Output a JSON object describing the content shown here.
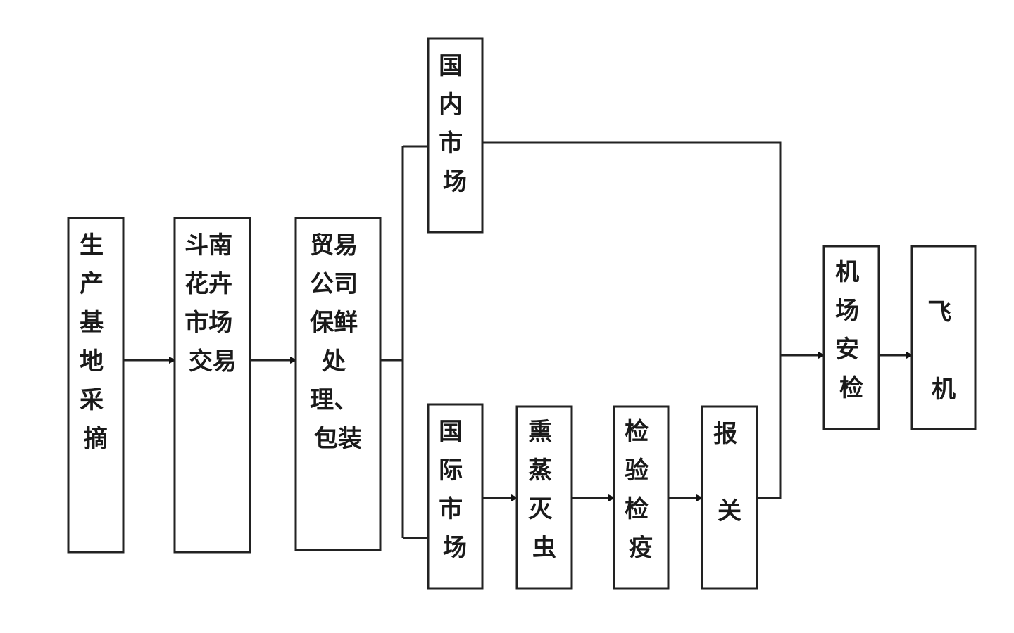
{
  "nodes": {
    "harvest": {
      "lines": [
        "生",
        "产",
        "基",
        "地",
        "采",
        "摘"
      ]
    },
    "dounan_market": {
      "lines": [
        "斗南",
        "花卉",
        "市场",
        "交易"
      ]
    },
    "trade_company": {
      "lines": [
        "贸易",
        "公司",
        "保鲜",
        "处",
        "理、",
        "包装"
      ]
    },
    "domestic_market": {
      "lines": [
        "国",
        "内",
        "市",
        "场"
      ]
    },
    "international_market": {
      "lines": [
        "国",
        "际",
        "市",
        "场"
      ]
    },
    "fumigation": {
      "lines": [
        "熏",
        "蒸",
        "灭",
        "虫"
      ]
    },
    "inspection": {
      "lines": [
        "检",
        "验",
        "检",
        "疫"
      ]
    },
    "customs": {
      "lines": [
        "报",
        "",
        "关"
      ]
    },
    "airport_security": {
      "lines": [
        "机",
        "场",
        "安",
        "检"
      ]
    },
    "airplane": {
      "lines": [
        "飞",
        "",
        "机"
      ]
    }
  },
  "colors": {
    "stroke": "#222222",
    "text": "#1a1a1a"
  }
}
